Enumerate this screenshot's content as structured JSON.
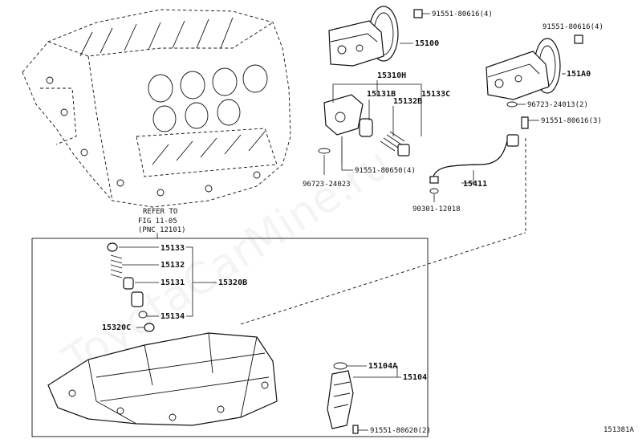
{
  "watermark": "ToyotaCarMine.ru",
  "figure_code": "151381A",
  "reference_note": [
    "REFER TO",
    "FIG 11-05",
    "(PNC 12101)"
  ],
  "labels": {
    "p91551_80616_4_a": "91551-80616(4)",
    "p15100": "15100",
    "p91551_80616_4_b": "91551-80616(4)",
    "p151A0": "151A0",
    "p15310H": "15310H",
    "p15131B": "15131B",
    "p15132B": "15132B",
    "p15133C": "15133C",
    "p96723_24013_2": "96723-24013(2)",
    "p91551_80616_3": "91551-80616(3)",
    "p96723_24023": "96723-24023",
    "p91551_80650_4": "91551-80650(4)",
    "p15411": "15411",
    "p90301_12018": "90301-12018",
    "p15133": "15133",
    "p15132": "15132",
    "p15131": "15131",
    "p15320B": "15320B",
    "p15134": "15134",
    "p15320C": "15320C",
    "p15104A": "15104A",
    "p15104": "15104",
    "p91551_80620_2": "91551-80620(2)"
  }
}
